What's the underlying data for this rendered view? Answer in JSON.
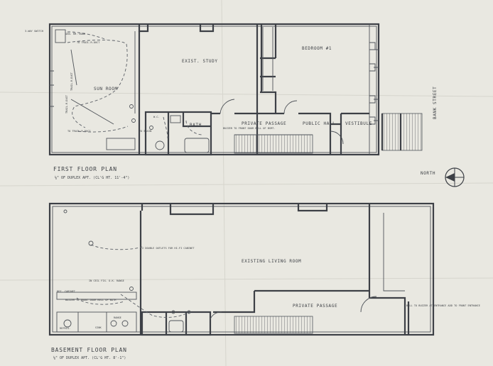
{
  "first_floor": {
    "title": "FIRST FLOOR PLAN",
    "subtitle": "⅛\" OF DUPLEX APT.  ⟨CL'G HT. 11'-4\"⟩",
    "rooms": {
      "exist_study": "EXIST. STUDY",
      "bedroom": "BEDROOM #1",
      "sun_room": "SUN ROOM",
      "bath": "BATH",
      "private_passage": "PRIVATE PASSAGE",
      "public_hall": "PUBLIC HALL",
      "vestibule": "VESTIBULE"
    },
    "notes": {
      "switch": "3-WAY SWITCH",
      "gen_rm_door": "GEN. RM. DOOR",
      "trail_duct_top": "TO TRAIL-R-DUCT",
      "trail_duct_left": "TRAIL-R-DUCT",
      "trail_duct_left2": "TRAIL-R-DUCT",
      "trail_duct_bottom": "TO TRAIL-R-DUCT",
      "buzzer": "BUZZER TO FRONT DOOR BELL OF BSMT.",
      "wc": "W.C.",
      "to_basin": "TO BASIN"
    },
    "street": "BANK STREET",
    "north": "NORTH"
  },
  "basement": {
    "title": "BASEMENT FLOOR PLAN",
    "subtitle": "⅛\" OF DUPLEX APT.  ⟨CL'G HT. 8'-1\"⟩",
    "rooms": {
      "living_room": "EXISTING LIVING ROOM",
      "private_passage": "PRIVATE PASSAGE"
    },
    "notes": {
      "outlets": "2 DOUBLE OUTLETS FOR HI-FI CABINET",
      "ceiling_fixture": "IN CEIL FIX. O.K. RANGE",
      "buzzer": "BUZZER TO FRONT DOOR BELL OF BATH",
      "ref_cabinet": "REF. CABINET",
      "sink": "SINK",
      "range": "RANGE",
      "refrig": "REFRIG.",
      "bell_note": "BELL TO BUZZER AT ENTRANCE ADD TO FRONT ENTRANCE"
    }
  }
}
